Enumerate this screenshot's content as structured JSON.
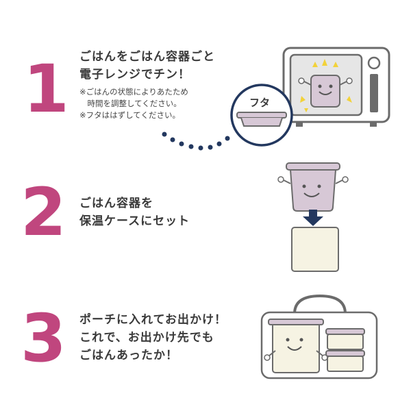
{
  "steps": [
    {
      "number": "1",
      "title_lines": [
        "ごはんをごはん容器ごと",
        "電子レンジでチン！"
      ],
      "notes": [
        "※ごはんの状態によりあたため",
        "　時間を調整してください。",
        "※フタははずしてください。"
      ],
      "lid_label": "フタ"
    },
    {
      "number": "2",
      "title_lines": [
        "ごはん容器を",
        "保温ケースにセット"
      ]
    },
    {
      "number": "3",
      "title_lines": [
        "ポーチに入れてお出かけ！",
        "これで、お出かけ先でも",
        "ごはんあったか！"
      ]
    }
  ],
  "colors": {
    "accent": "#c0467e",
    "outline": "#6b6b6b",
    "container": "#d7c8d6",
    "case": "#f6f3e3",
    "spark": "#f2d23a",
    "dots": "#23385f"
  },
  "icons": [
    "microwave-icon",
    "rice-container-icon",
    "lid-callout-icon",
    "insulated-case-icon",
    "lunch-bag-icon",
    "arrow-down-icon"
  ]
}
